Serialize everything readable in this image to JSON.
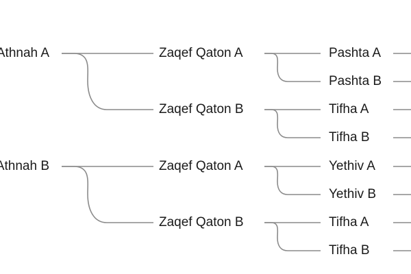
{
  "tree": {
    "root_a": "Athnah A",
    "root_b": "Athnah B",
    "a_zaqef_1": "Zaqef Qaton A",
    "a_zaqef_2": "Zaqef Qaton B",
    "b_zaqef_1": "Zaqef Qaton A",
    "b_zaqef_2": "Zaqef Qaton B",
    "leaves": [
      "Pashta A",
      "Pashta B",
      "Tifha A",
      "Tifha B",
      "Yethiv A",
      "Yethiv B",
      "Tifha A",
      "Tifha B"
    ]
  },
  "colors": {
    "connector": "#8a8a8a",
    "text": "#1a1a1a",
    "background": "#ffffff"
  }
}
